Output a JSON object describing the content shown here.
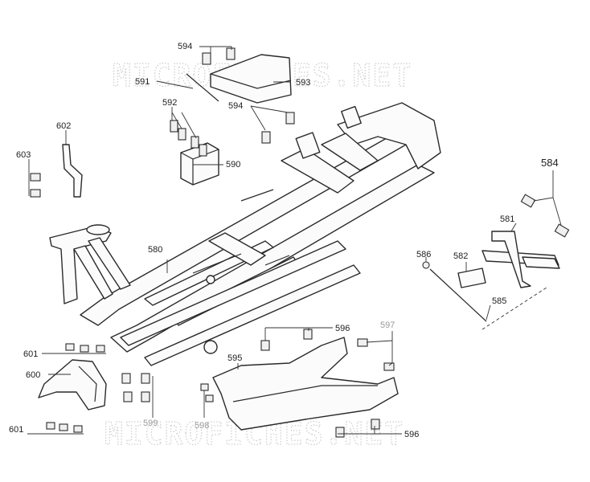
{
  "watermark": {
    "top": "MICROFICHES.NET",
    "bottom": "MICROFICHES.NET"
  },
  "callouts": {
    "c584": "584",
    "c581": "581",
    "c582": "582",
    "c585": "585",
    "c586": "586",
    "c580": "580",
    "c590": "590",
    "c591": "591",
    "c592": "592",
    "c593": "593",
    "c594_top": "594",
    "c594_mid": "594",
    "c595": "595",
    "c596_top": "596",
    "c596_bottom": "596",
    "c597": "597",
    "c598": "598",
    "c599": "599",
    "c600": "600",
    "c601_top": "601",
    "c601_bottom": "601",
    "c602": "602",
    "c603": "603"
  }
}
